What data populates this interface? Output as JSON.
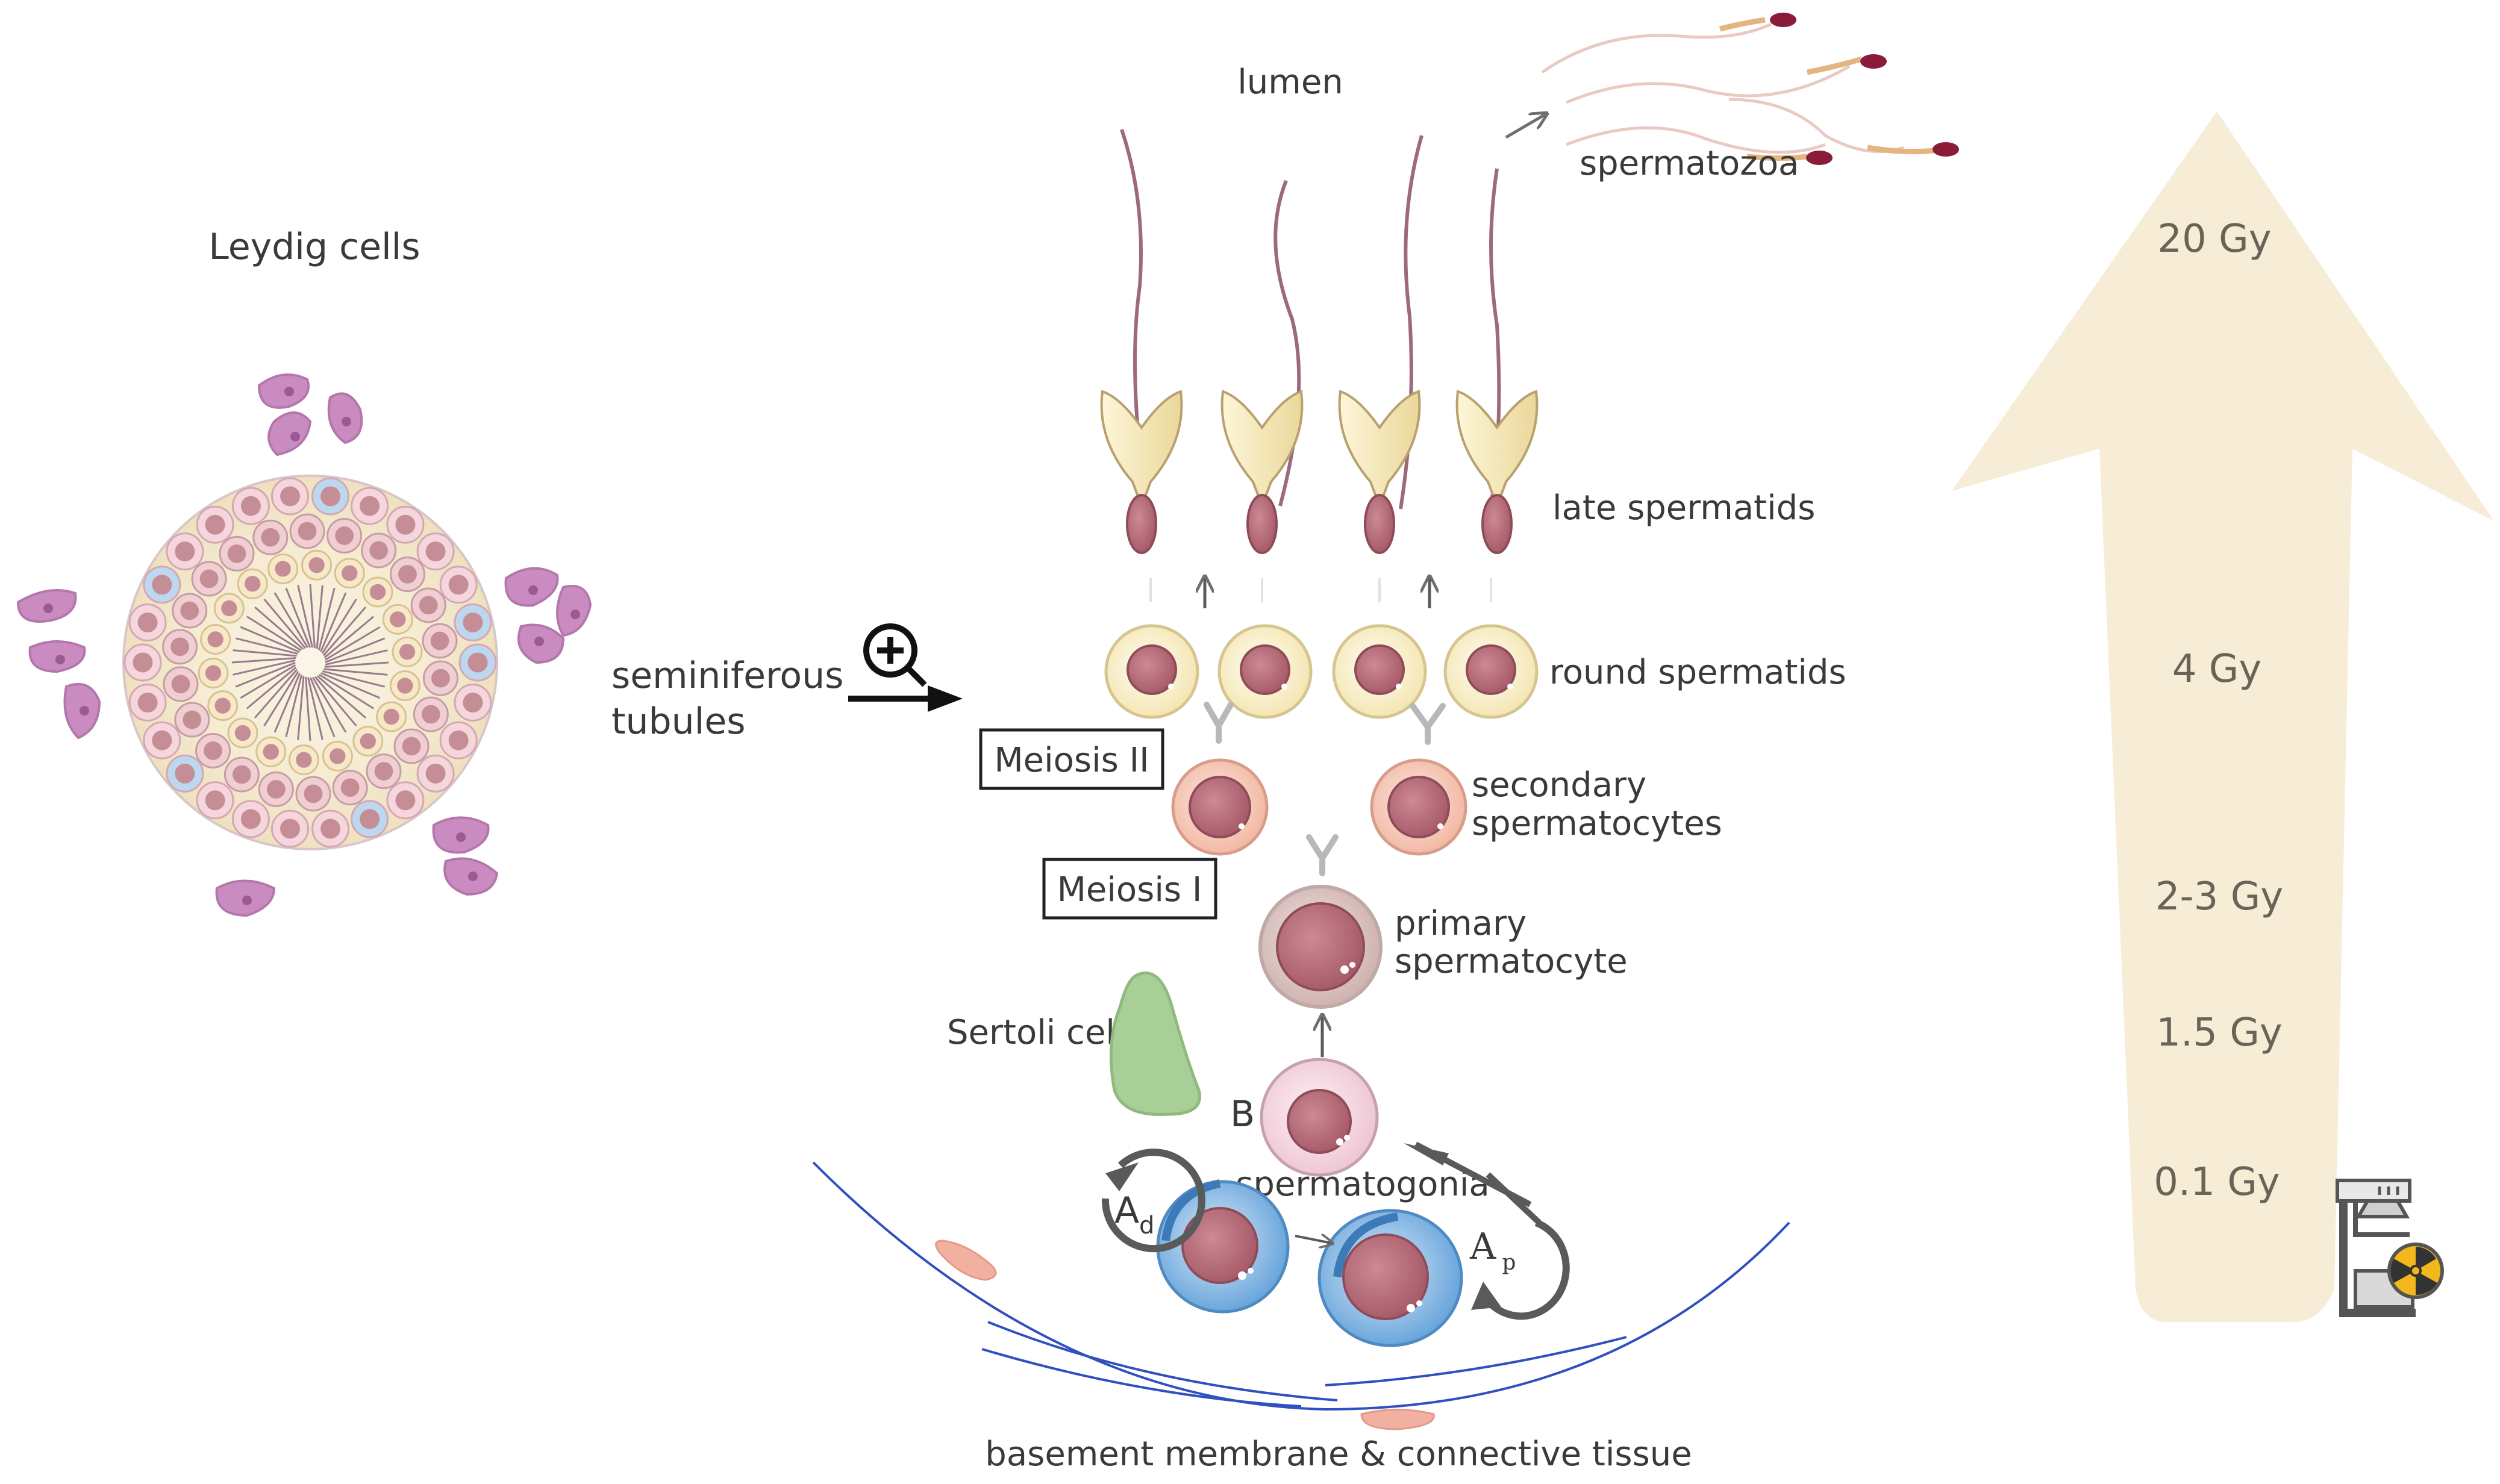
{
  "labels": {
    "leydig": "Leydig cells",
    "seminiferous_line1": "seminiferous",
    "seminiferous_line2": "tubules",
    "lumen": "lumen",
    "spermatozoa": "spermatozoa",
    "late_spermatids": "late spermatids",
    "round_spermatids": "round spermatids",
    "meiosis_ii": "Meiosis II",
    "secondary_line1": "secondary",
    "secondary_line2": "spermatocytes",
    "meiosis_i": "Meiosis I",
    "primary_line1": "primary",
    "primary_line2": "spermatocyte",
    "sertoli": "Sertoli cell",
    "b_label": "B",
    "spermatogonia": "spermatogonia",
    "ad_main": "A",
    "ad_sub": "d",
    "ap_main": "A",
    "ap_sub": "p",
    "basement": "basement membrane & connective tissue"
  },
  "dose_scale": [
    "20 Gy",
    "4 Gy",
    "2-3 Gy",
    "1.5 Gy",
    "0.1 Gy"
  ],
  "icons": {
    "zoom": "magnifier-plus-icon",
    "radiation": "radiation-machine-icon"
  },
  "colors": {
    "arrow_band": "#f7ecd6",
    "leydig": "#c98bc0",
    "sertoli": "#a9cf98",
    "spermatogonia": "#6aa6dc",
    "nucleus": "#b9707c",
    "membrane": "#3050c0"
  }
}
